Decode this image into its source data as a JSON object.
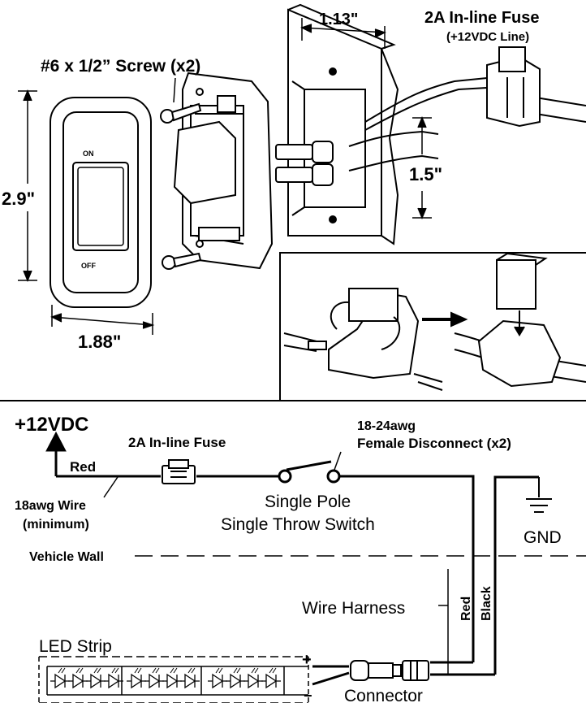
{
  "top": {
    "dim_depth": "1.13\"",
    "dim_height": "2.9\"",
    "dim_width": "1.88\"",
    "dim_terminal_spacing": "1.5\"",
    "screw_label": "#6 x 1/2” Screw (x2)",
    "fuse_title": "2A In-line Fuse",
    "fuse_subtitle": "(+12VDC Line)",
    "switch_on": "ON",
    "switch_off": "OFF"
  },
  "wiring": {
    "supply": "+12VDC",
    "fuse": "2A In-line Fuse",
    "disconnect_line1": "18-24awg",
    "disconnect_line2": "Female Disconnect (x2)",
    "red_label": "Red",
    "wire_line1": "18awg Wire",
    "wire_line2": "(minimum)",
    "switch_line1": "Single Pole",
    "switch_line2": "Single Throw Switch",
    "ground": "GND",
    "vehicle_wall": "Vehicle Wall",
    "harness": "Wire Harness",
    "harness_red": "Red",
    "harness_black": "Black",
    "led_strip": "LED Strip",
    "plus": "+",
    "minus": "−",
    "connector": "Connector"
  }
}
